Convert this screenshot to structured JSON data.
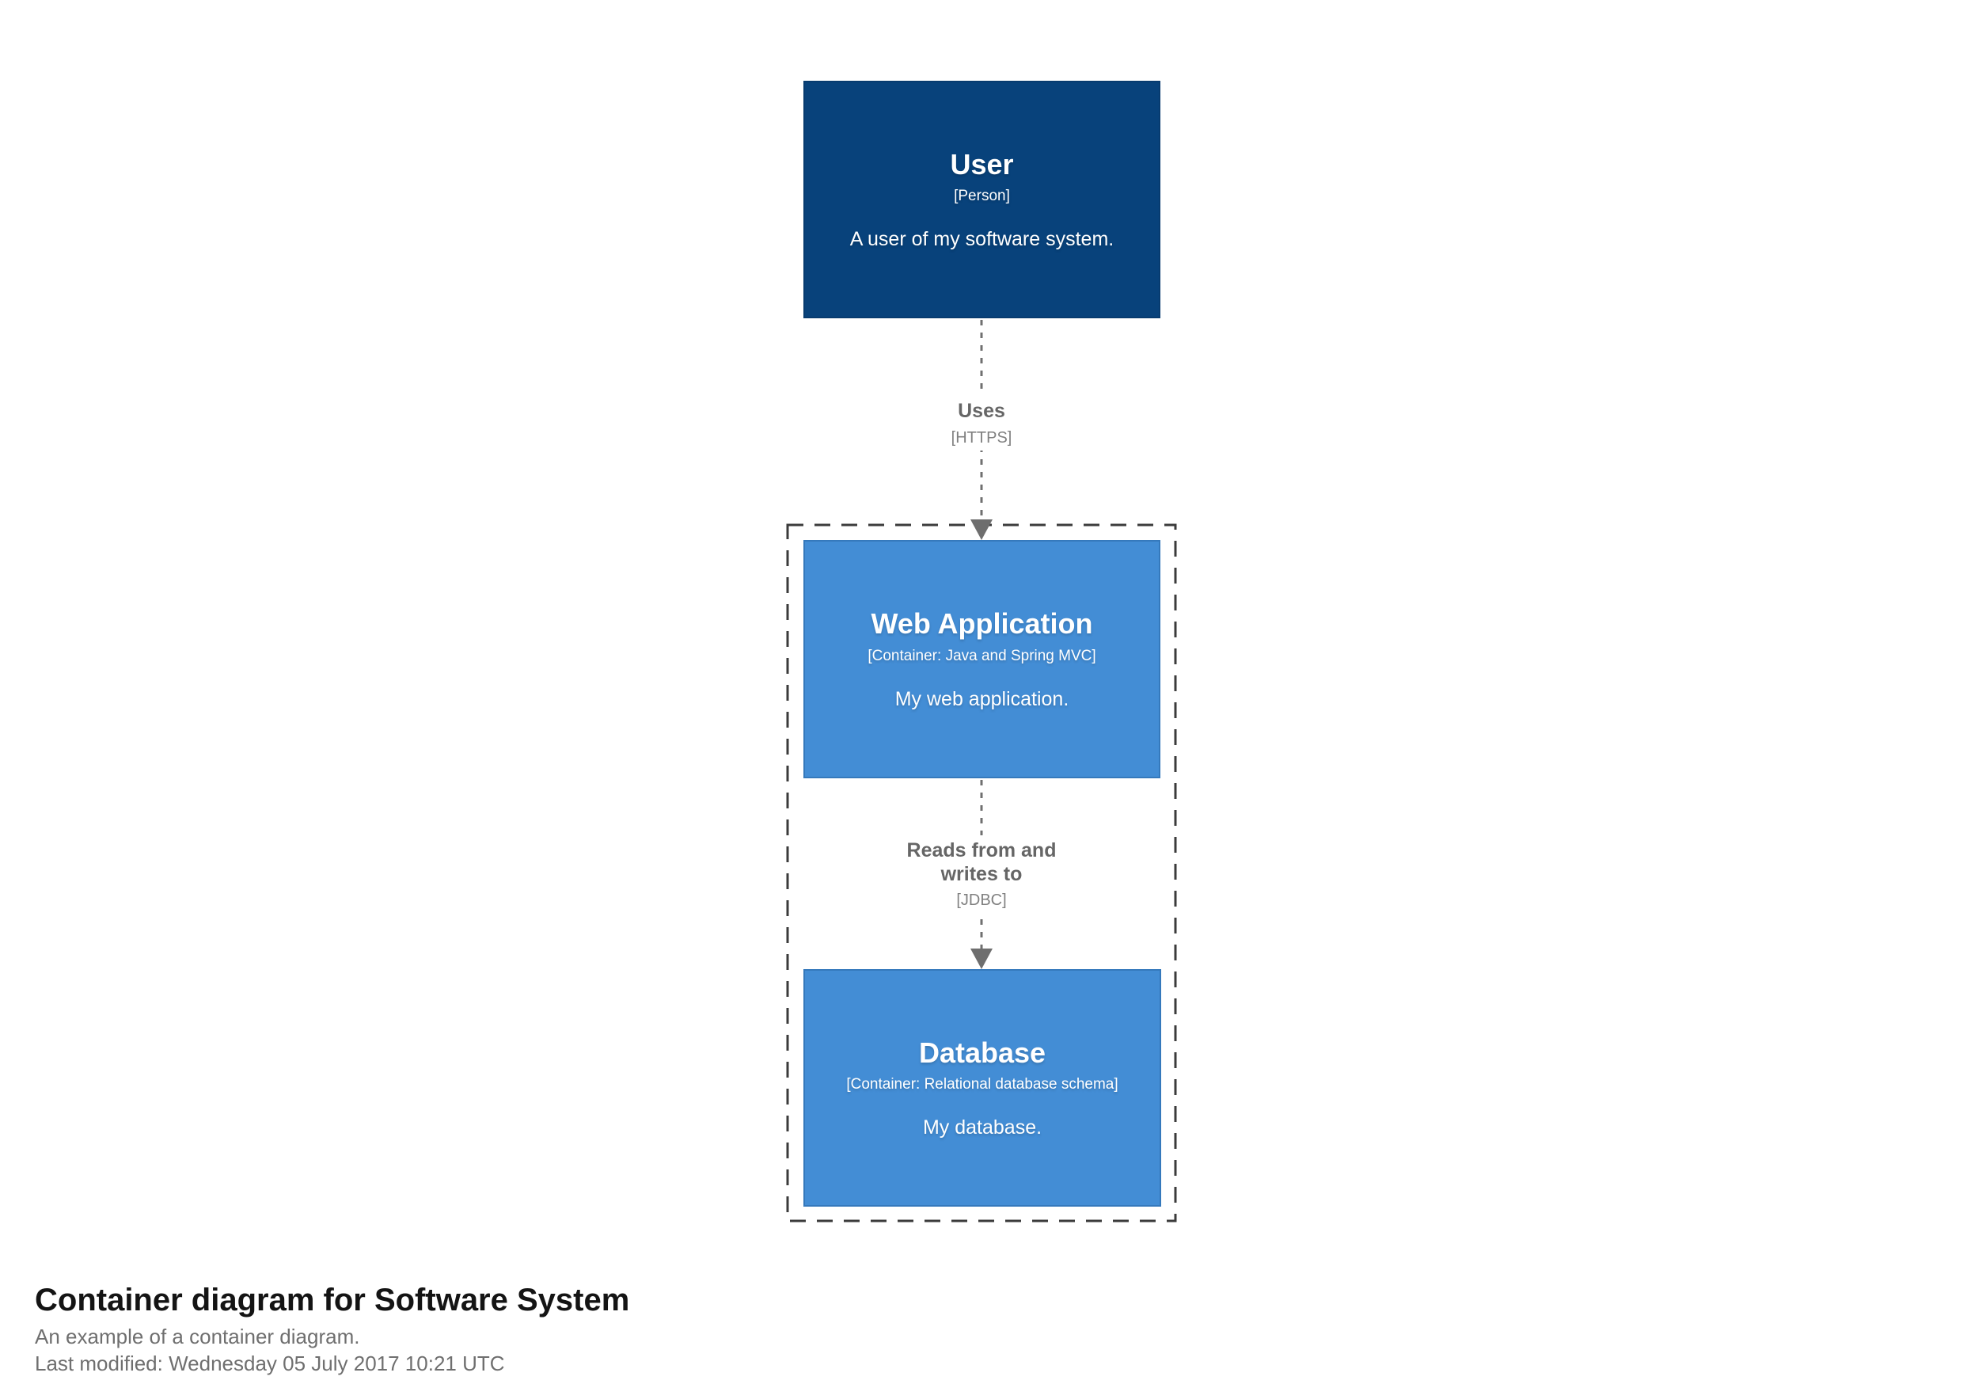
{
  "diagram": {
    "person": {
      "name": "User",
      "meta": "[Person]",
      "description": "A user of my software system."
    },
    "relationship_uses": {
      "name": "Uses",
      "meta": "[HTTPS]"
    },
    "container_web": {
      "name": "Web Application",
      "meta": "[Container: Java and Spring MVC]",
      "description": "My web application."
    },
    "relationship_jdbc": {
      "name": "Reads from and writes to",
      "meta": "[JDBC]"
    },
    "container_db": {
      "name": "Database",
      "meta": "[Container: Relational database schema]",
      "description": "My database."
    }
  },
  "footer": {
    "title": "Container diagram for Software System",
    "subtitle": "An example of a container diagram.",
    "last_modified": "Last modified: Wednesday 05 July 2017 10:21 UTC"
  },
  "colors": {
    "person_bg": "#08427B",
    "container_bg": "#438DD5",
    "boundary_stroke": "#3B3B3B",
    "relationship_stroke": "#707070",
    "relationship_name_text": "#666666",
    "relationship_meta_text": "#808080",
    "title_text": "#141414",
    "subtitle_text": "#6F6F6F"
  }
}
